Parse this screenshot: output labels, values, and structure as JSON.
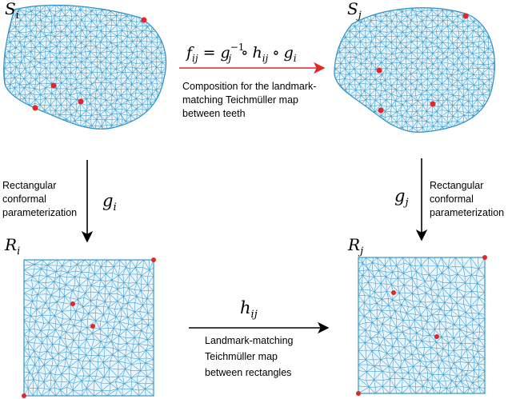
{
  "colors": {
    "mesh": "#3d9fd0",
    "mesh_fill": "#eaf5fb",
    "landmark": "#e32626",
    "arrow_red": "#e32626",
    "arrow_black": "#000000"
  },
  "labels": {
    "S_i": {
      "main": "S",
      "sub": "i"
    },
    "S_j": {
      "main": "S",
      "sub": "j"
    },
    "R_i": {
      "main": "R",
      "sub": "i"
    },
    "R_j": {
      "main": "R",
      "sub": "j"
    },
    "g_i": {
      "main": "g",
      "sub": "i"
    },
    "g_j": {
      "main": "g",
      "sub": "j"
    },
    "h_ij": {
      "main": "h",
      "sub": "ij"
    },
    "f_ij": {
      "lhs": "f",
      "lhs_sub": "ij",
      "eq": "=",
      "g": "g",
      "g_sub": "j",
      "g_sup": "−1",
      "circ": "∘",
      "h": "h",
      "h_sub": "ij",
      "g2": "g",
      "g2_sub": "i"
    }
  },
  "captions": {
    "top": [
      "Composition for the landmark-",
      "matching Teichmüller map",
      "between teeth"
    ],
    "left": [
      "Rectangular",
      "conformal",
      "parameterization"
    ],
    "right": [
      "Rectangular",
      "conformal",
      "parameterization"
    ],
    "bottom": [
      "Landmark-matching",
      "Teichmüller map",
      "between rectangles"
    ]
  }
}
